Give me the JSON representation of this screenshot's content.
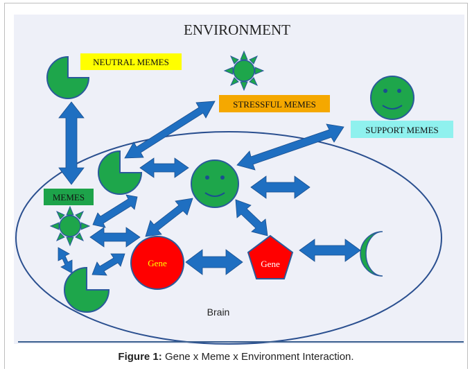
{
  "diagram": {
    "title": "ENVIRONMENT",
    "labels": {
      "neutral": "NEUTRAL MEMES",
      "stressful": "STRESSFUL MEMES",
      "support": "SUPPORT MEMES",
      "memes": "MEMES",
      "gene_circle": "Gene",
      "gene_pentagon": "Gene",
      "brain": "Brain"
    },
    "colors": {
      "neutral_bg": "#ffff00",
      "stressful_bg": "#f5a800",
      "support_bg": "#8ff1ee",
      "memes_bg": "#1da34a",
      "shape_green": "#1ea64b",
      "gene_red": "#ff0000",
      "arrow_blue": "#1f6fc1",
      "outline": "#2a5a9a"
    }
  },
  "caption": {
    "prefix": "Figure 1:",
    "text": "Gene x Meme x Environment Interaction."
  }
}
